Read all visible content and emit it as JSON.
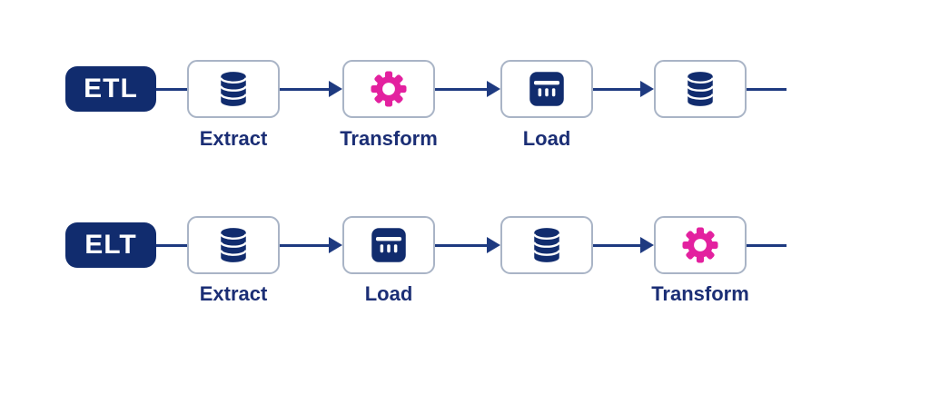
{
  "diagram_type": "etl-vs-elt-pipeline-comparison",
  "colors": {
    "background": "#ffffff",
    "navy": "#112c6e",
    "magenta": "#e3219f",
    "connector": "#1e3a80",
    "label": "#1b2e75",
    "box_border": "#a9b4c6"
  },
  "rows": [
    {
      "badge_label": "ETL",
      "nodes": [
        {
          "icon": "database-icon",
          "label": "Extract"
        },
        {
          "icon": "gear-icon",
          "label": "Transform"
        },
        {
          "icon": "data-table-icon",
          "label": "Load"
        },
        {
          "icon": "database-icon",
          "label": ""
        }
      ]
    },
    {
      "badge_label": "ELT",
      "nodes": [
        {
          "icon": "database-icon",
          "label": "Extract"
        },
        {
          "icon": "data-table-icon",
          "label": "Load"
        },
        {
          "icon": "database-icon",
          "label": ""
        },
        {
          "icon": "gear-icon",
          "label": "Transform"
        }
      ]
    }
  ]
}
